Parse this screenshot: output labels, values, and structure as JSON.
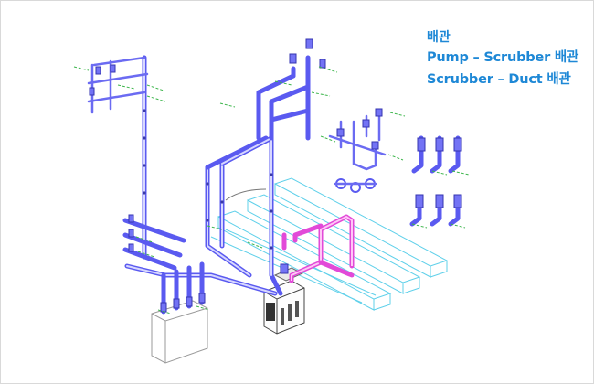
{
  "legend": {
    "line1": "배관",
    "line2": "Pump – Scrubber 배관",
    "line3": "Scrubber – Duct 배관"
  },
  "colors": {
    "legend_text": "#1e88d6",
    "process_pipe": "#5a5af0",
    "exhaust_duct": "#e24ad8",
    "duct_outline": "#5fd0ea",
    "annotation": "#3bb54a",
    "equipment": "#444444"
  }
}
